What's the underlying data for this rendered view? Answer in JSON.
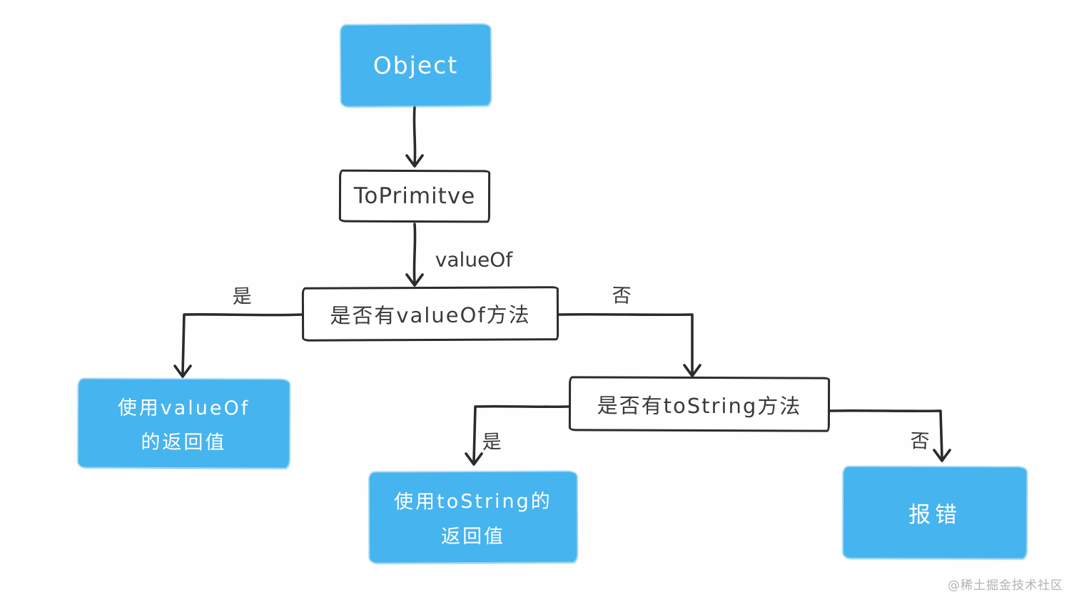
{
  "colors": {
    "node_blue": "#46b4ee",
    "stroke_dark": "#2b2b2b",
    "text_dark": "#3a3a3a",
    "text_white": "#ffffff",
    "watermark_gray": "#b3b3b3",
    "bg": "#fefefe"
  },
  "nodes": {
    "object": {
      "label": "Object"
    },
    "toprimitive": {
      "label": "ToPrimitve"
    },
    "has_valueof": {
      "label": "是否有valueOf方法"
    },
    "use_valueof": {
      "line1": "使用valueOf",
      "line2": "的返回值"
    },
    "has_tostring": {
      "label": "是否有toString方法"
    },
    "use_tostring": {
      "line1": "使用toString的",
      "line2": "返回值"
    },
    "error": {
      "label": "报错"
    }
  },
  "edge_labels": {
    "valueof": "valueOf",
    "yes1": "是",
    "no1": "否",
    "yes2": "是",
    "no2": "否"
  },
  "watermark": "@稀土掘金技术社区"
}
